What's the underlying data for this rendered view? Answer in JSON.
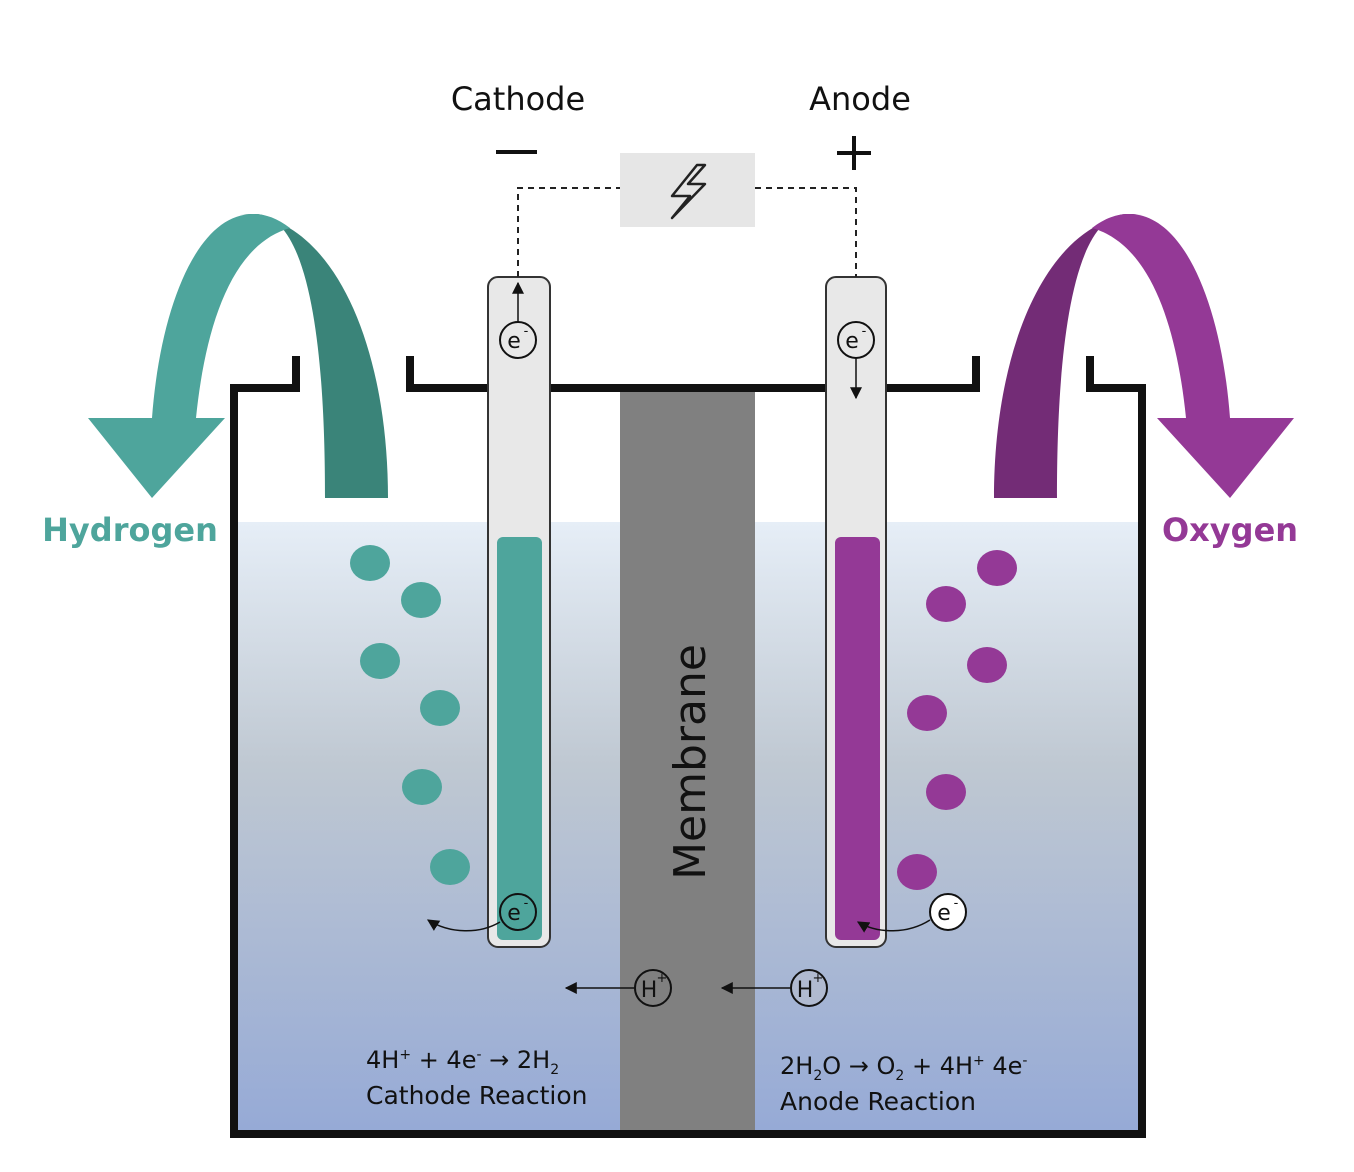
{
  "labels": {
    "cathode": "Cathode",
    "anode": "Anode",
    "minus": "−",
    "plus": "+",
    "hydrogen": "Hydrogen",
    "oxygen": "Oxygen",
    "membrane": "Membrane",
    "electron": "e",
    "electron_charge": "-",
    "proton": "H",
    "proton_charge": "+"
  },
  "reactions": {
    "cathode": {
      "equation_parts": [
        "4H",
        "+",
        " + 4e",
        "-",
        " → 2H",
        "2"
      ],
      "name": "Cathode Reaction"
    },
    "anode": {
      "equation_parts": [
        "2H",
        "2",
        "O → O",
        "2",
        " + 4H",
        "+",
        " 4e",
        "-"
      ],
      "name": "Anode Reaction"
    }
  },
  "icons": {
    "power_source": "lightning-bolt-icon"
  },
  "colors": {
    "hydrogen": "#4ea59c",
    "hydrogen_dark": "#3a8479",
    "oxygen": "#943996",
    "oxygen_dark": "#732c76",
    "membrane": "#808080",
    "electrode_casing": "#e8e8e8",
    "electrolyte_top": "#e6eef7",
    "electrolyte_bottom": "#96aad6"
  }
}
